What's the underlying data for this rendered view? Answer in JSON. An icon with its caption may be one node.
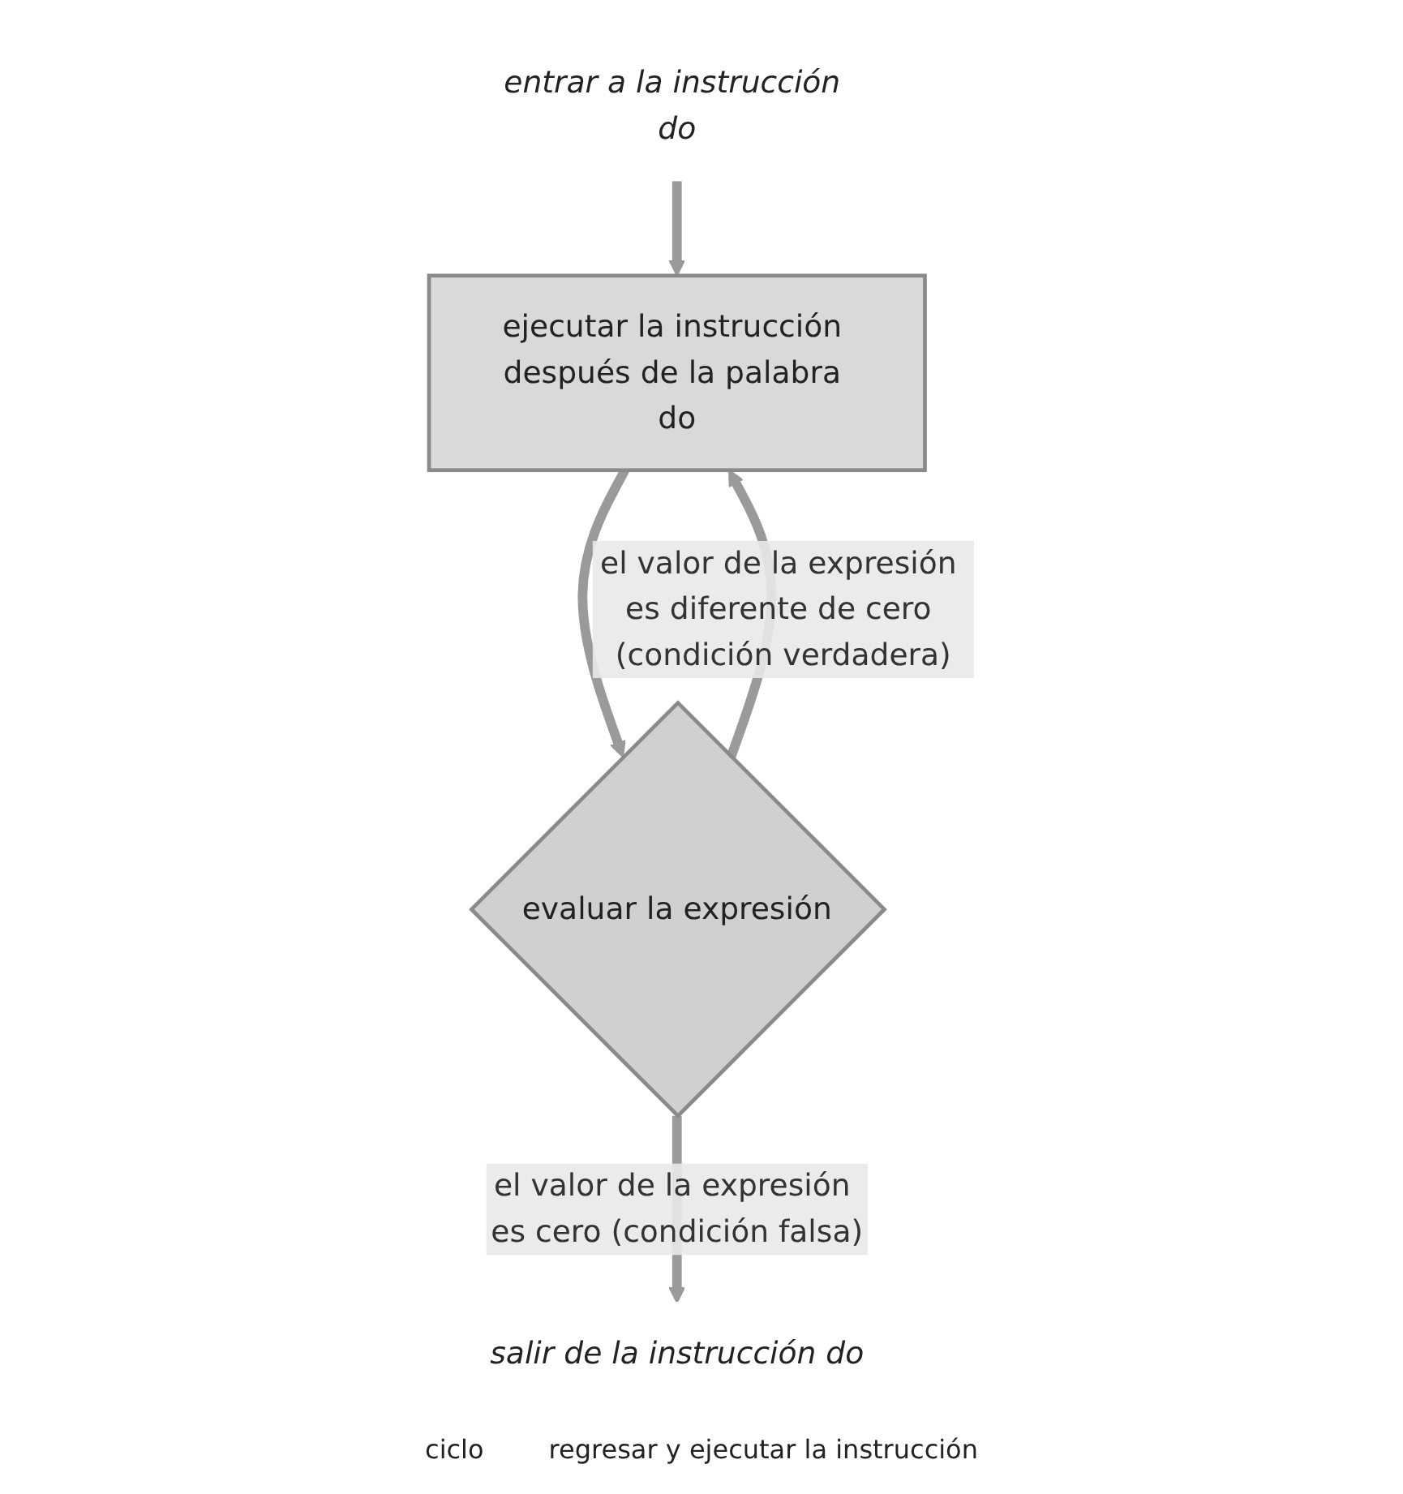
{
  "diagram": {
    "nodes": [
      {
        "text": [
          "entrar a la instrucción do"
        ]
      },
      {
        "text": [
          "ejecutar la instrucción después de la palabra do"
        ]
      },
      {
        "text": [
          "evaluar la expresión"
        ]
      },
      {
        "text": [
          "salir de la instrucción do"
        ]
      }
    ],
    "edges": [
      {
        "from": 0,
        "to": 1,
        "arrow": "to"
      },
      {
        "from": 1,
        "to": 2,
        "arrow": "to"
      },
      {
        "from": 2,
        "to": 3,
        "arrow": "to",
        "label": "el valor de la expresión es cero (condición falsa)"
      },
      {
        "from": 2,
        "to": 1,
        "arrow": "to",
        "label": "el valor de la expresión es diferente de cero (condición verdadera)"
      }
    ],
    "labels": [
      "ciclo",
      "regresar y ejecutar la instrucción"
    ]
  }
}
